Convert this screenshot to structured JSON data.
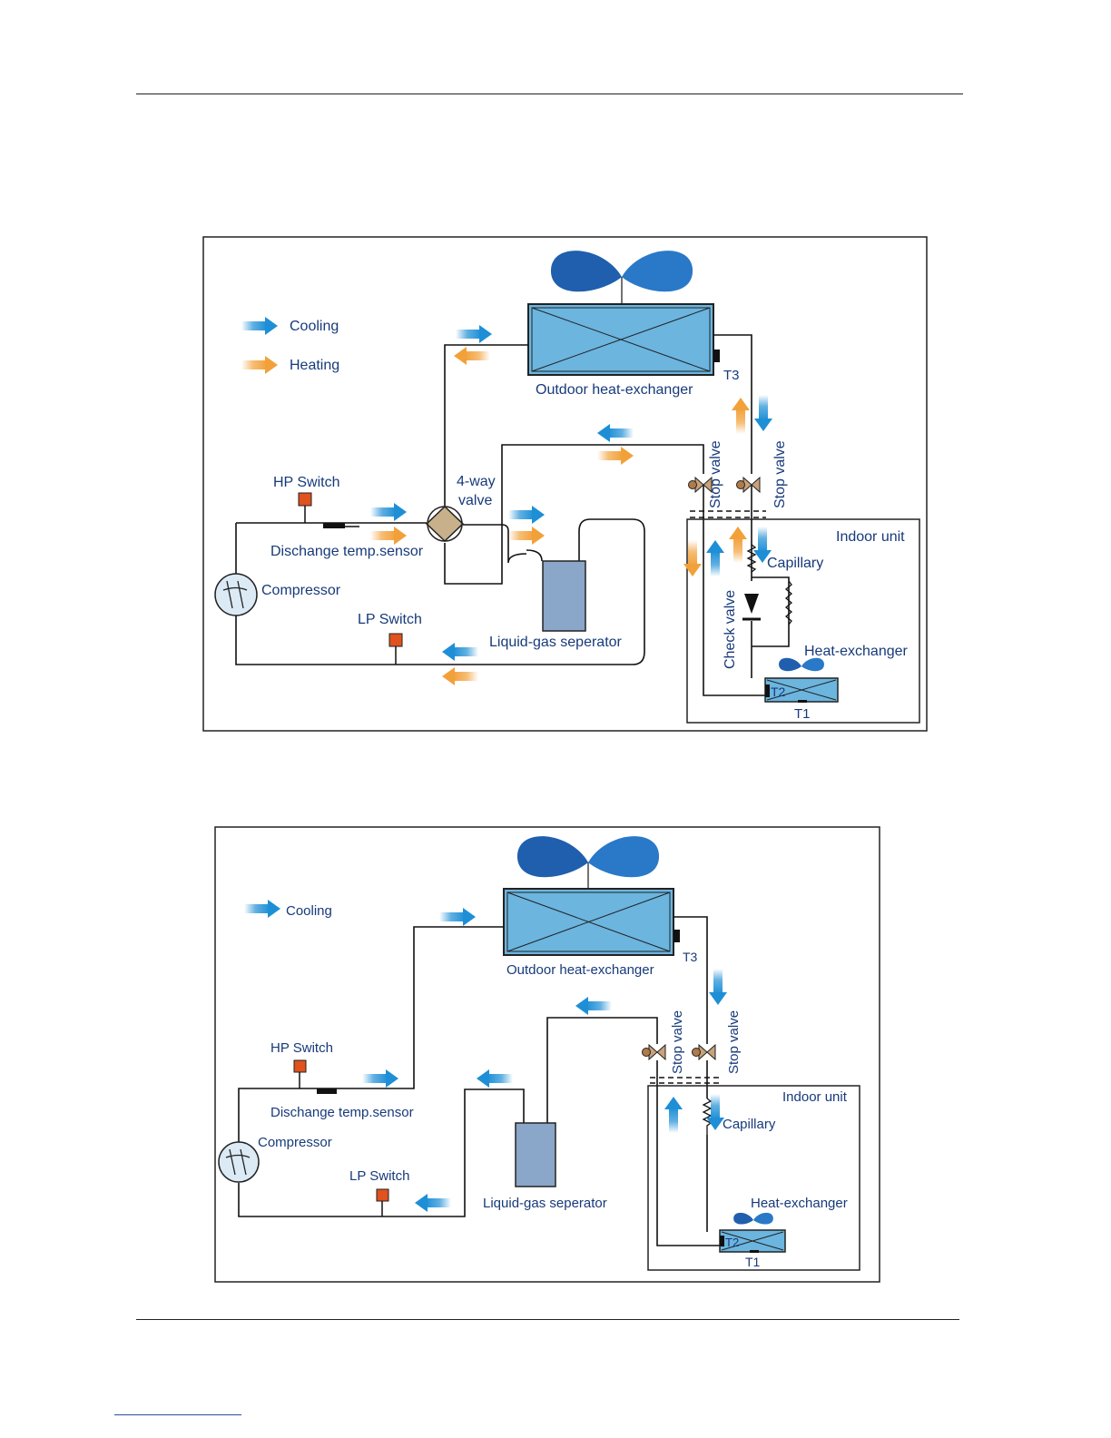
{
  "colors": {
    "cooling": "#1e8fd6",
    "heating": "#f2a13a",
    "pipe": "#111111",
    "exchanger": "#6bb5df",
    "fan": "#1f5fae",
    "switch": "#e0521e",
    "separator": "#8aa6c8",
    "label": "#173a7a"
  },
  "diagram1": {
    "legend": {
      "cooling": "Cooling",
      "heating": "Heating"
    },
    "labels": {
      "outdoor_hx": "Outdoor heat-exchanger",
      "t3": "T3",
      "hp_switch": "HP Switch",
      "four_way_1": "4-way",
      "four_way_2": "valve",
      "discharge": "Dischange temp.sensor",
      "compressor": "Compressor",
      "lp_switch": "LP Switch",
      "separator": "Liquid-gas seperator",
      "stop_valve_left": "Stop valve",
      "stop_valve_right": "Stop valve",
      "indoor_unit": "Indoor unit",
      "capillary": "Capillary",
      "check_valve": "Check valve",
      "heat_exchanger": "Heat-exchanger",
      "t2": "T2",
      "t1": "T1"
    }
  },
  "diagram2": {
    "legend": {
      "cooling": "Cooling"
    },
    "labels": {
      "outdoor_hx": "Outdoor heat-exchanger",
      "t3": "T3",
      "hp_switch": "HP Switch",
      "discharge": "Dischange temp.sensor",
      "compressor": "Compressor",
      "lp_switch": "LP Switch",
      "separator": "Liquid-gas seperator",
      "stop_valve_left": "Stop valve",
      "stop_valve_right": "Stop valve",
      "indoor_unit": "Indoor unit",
      "capillary": "Capillary",
      "heat_exchanger": "Heat-exchanger",
      "t2": "T2",
      "t1": "T1"
    }
  }
}
